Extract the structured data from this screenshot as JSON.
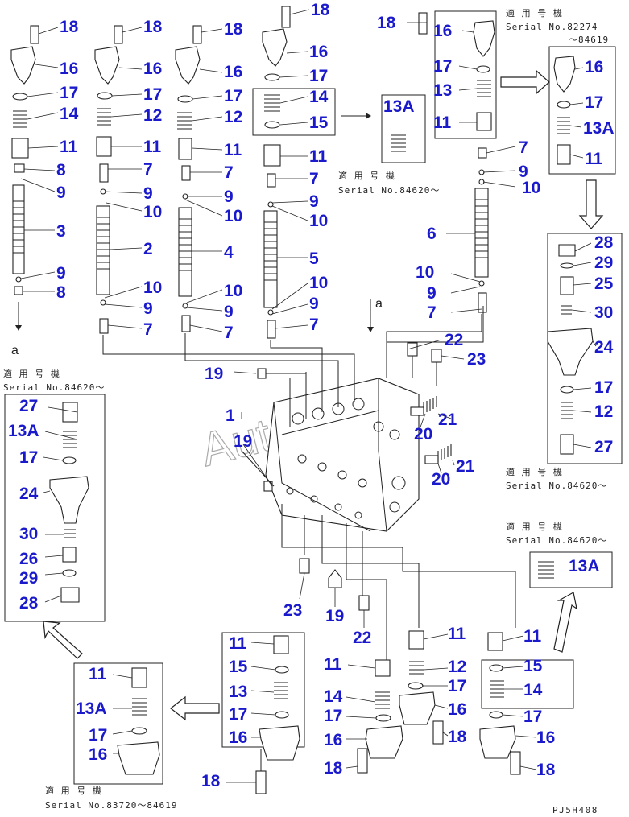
{
  "watermark": "AutoSoft",
  "drawing_ref": "PJ5H408",
  "arrow_label": "a",
  "serials": {
    "top_right_1": "適 用 号 機",
    "top_right_2": "Serial No.82274",
    "top_right_3": "～84619",
    "mid_top_1": "適 用 号 機",
    "mid_top_2": "Serial No.84620～",
    "left_1": "適 用 号 機",
    "left_2": "Serial No.84620～",
    "right_mid_1": "適 用 号 機",
    "right_mid_2": "Serial No.84620～",
    "right_low_1": "適 用 号 機",
    "right_low_2": "Serial No.84620～",
    "bottom_1": "適 用 号 機",
    "bottom_2": "Serial No.83720～84619"
  },
  "part_labels": [
    "18",
    "16",
    "17",
    "14",
    "11",
    "8",
    "9",
    "3",
    "9",
    "8",
    "18",
    "16",
    "17",
    "12",
    "11",
    "7",
    "9",
    "10",
    "2",
    "10",
    "9",
    "7",
    "18",
    "16",
    "17",
    "12",
    "11",
    "7",
    "9",
    "10",
    "4",
    "10",
    "9",
    "7",
    "18",
    "16",
    "17",
    "14",
    "15",
    "11",
    "7",
    "9",
    "10",
    "5",
    "10",
    "9",
    "7",
    "13A",
    "18",
    "16",
    "17",
    "13",
    "11",
    "16",
    "17",
    "13A",
    "11",
    "7",
    "9",
    "10",
    "6",
    "10",
    "9",
    "7",
    "28",
    "29",
    "25",
    "30",
    "24",
    "17",
    "12",
    "27",
    "22",
    "23",
    "19",
    "1",
    "19",
    "21",
    "20",
    "21",
    "20",
    "27",
    "13A",
    "17",
    "24",
    "30",
    "26",
    "29",
    "28",
    "23",
    "19",
    "22",
    "11",
    "15",
    "13",
    "17",
    "16",
    "18",
    "11",
    "13A",
    "17",
    "16",
    "11",
    "14",
    "17",
    "16",
    "18",
    "11",
    "12",
    "17",
    "16",
    "18",
    "11",
    "15",
    "14",
    "17",
    "16",
    "18",
    "13A"
  ]
}
